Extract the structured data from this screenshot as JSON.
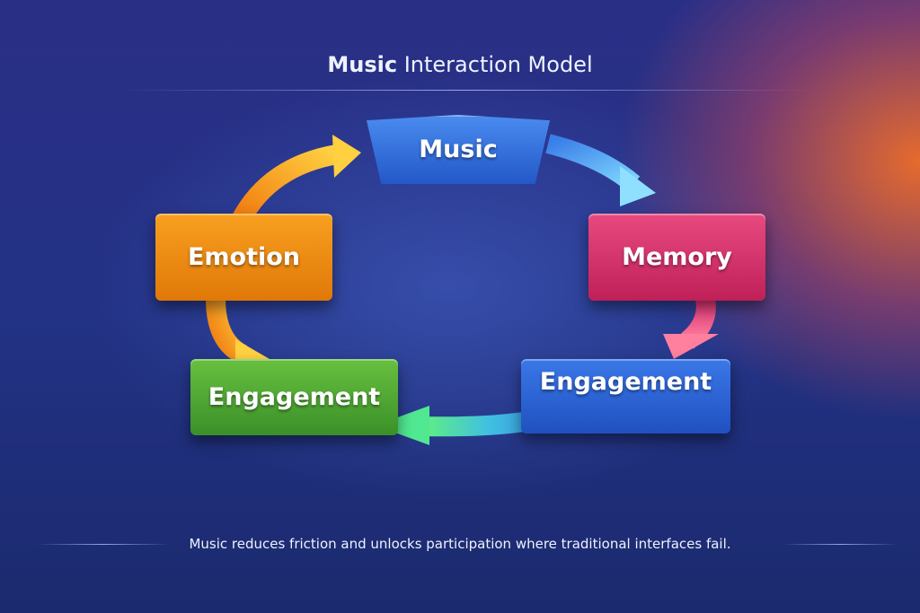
{
  "title": {
    "bold": "Music",
    "rest": "Interaction Model"
  },
  "nodes": {
    "music": "Music",
    "emotion": "Emotion",
    "memory": "Memory",
    "engagement_left": "Engagement",
    "engagement_right": "Engagement"
  },
  "footer": "Music reduces friction and unlocks participation where traditional interfaces fail.",
  "colors": {
    "music": "#2f6fd8",
    "emotion": "#f08a10",
    "memory": "#d8306a",
    "engagement_left": "#4caa30",
    "engagement_right": "#2a5fd0"
  }
}
